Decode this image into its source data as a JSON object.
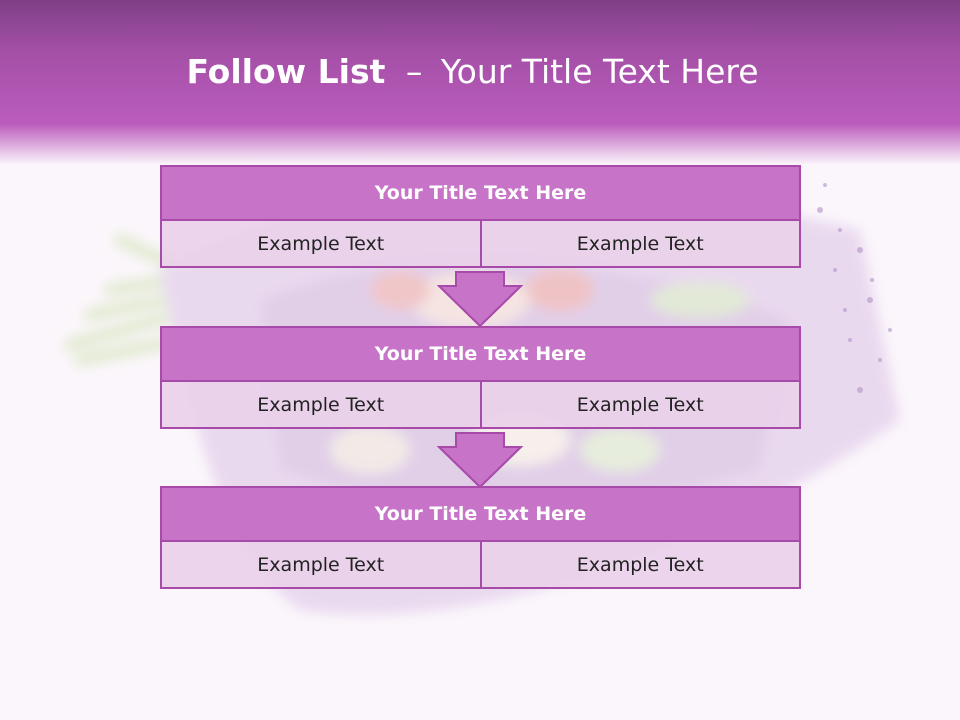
{
  "slide": {
    "title_bold": "Follow List",
    "title_dash": "–",
    "title_rest": "Your Title Text Here"
  },
  "blocks": [
    {
      "title": "Your Title Text Here",
      "left": "Example Text",
      "right": "Example Text"
    },
    {
      "title": "Your Title Text Here",
      "left": "Example Text",
      "right": "Example Text"
    },
    {
      "title": "Your Title Text Here",
      "left": "Example Text",
      "right": "Example Text"
    }
  ],
  "colors": {
    "header": "#b55ab8",
    "block_title_fill": "#c673c8",
    "block_border": "#a84aaa",
    "cell_fill": "#e8cfe8",
    "arrow_fill": "#c673c8"
  },
  "icons": [
    "down-arrow-icon",
    "flower-bouquet-image"
  ]
}
